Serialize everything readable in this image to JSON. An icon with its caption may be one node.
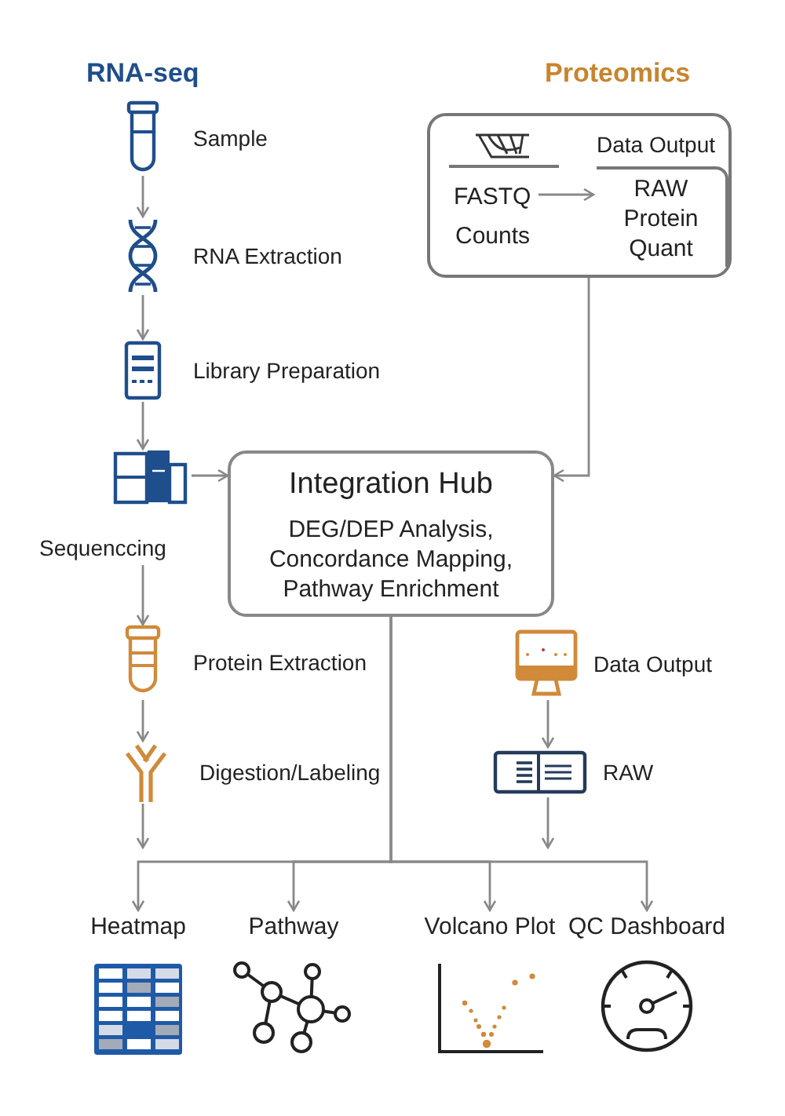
{
  "diagram": {
    "nodes": [
      {
        "text": [
          "Sample"
        ]
      },
      {
        "text": [
          "RNA Extraction"
        ]
      },
      {
        "text": [
          "Library Preparation"
        ]
      },
      {
        "text": [
          "Sequenccing"
        ]
      },
      {
        "text": [
          "Protein Extraction"
        ]
      },
      {
        "text": [
          "Digestion/Labeling"
        ]
      },
      {
        "text": [],
        "shape": "box"
      },
      {
        "text": [
          "FASTQ"
        ],
        "in": 6
      },
      {
        "text": [
          "Data Output",
          "RAW Protein Quant"
        ],
        "in": 6
      },
      {
        "text": [
          "Integration Hub",
          "DEG/DEP Analysis, Concordance Mapping, Pathway Enrichment"
        ]
      },
      {
        "text": [
          "Data Output"
        ]
      },
      {
        "text": [
          "RAW"
        ]
      },
      {
        "text": [
          "Heatmap"
        ]
      },
      {
        "text": [
          "Pathway"
        ]
      },
      {
        "text": [
          "Volcano Plot"
        ]
      },
      {
        "text": [
          "QC Dashboard"
        ]
      }
    ],
    "edges": [
      {
        "from": 0,
        "to": 1,
        "arrow": "to"
      },
      {
        "from": 1,
        "to": 2,
        "arrow": "to"
      },
      {
        "from": 2,
        "to": 3,
        "arrow": "to"
      },
      {
        "from": 3,
        "to": 9,
        "arrow": "to"
      },
      {
        "from": 3,
        "to": 4,
        "arrow": "to"
      },
      {
        "from": 4,
        "to": 5,
        "arrow": "to"
      },
      {
        "from": 5,
        "to": null,
        "arrow": "to"
      },
      {
        "from": 7,
        "to": 8,
        "arrow": "to"
      },
      {
        "from": 6,
        "to": 9,
        "arrow": "to"
      },
      {
        "from": 10,
        "to": 11,
        "arrow": "to"
      },
      {
        "from": 11,
        "to": null,
        "arrow": "to"
      },
      {
        "from": 9,
        "to": 12,
        "arrow": "to"
      },
      {
        "from": 9,
        "to": 13,
        "arrow": "to"
      },
      {
        "from": 9,
        "to": 14,
        "arrow": "to"
      },
      {
        "from": 9,
        "to": 15,
        "arrow": "to"
      }
    ],
    "labels": [
      "RNA-seq",
      "Proteomics",
      "Counts"
    ]
  }
}
